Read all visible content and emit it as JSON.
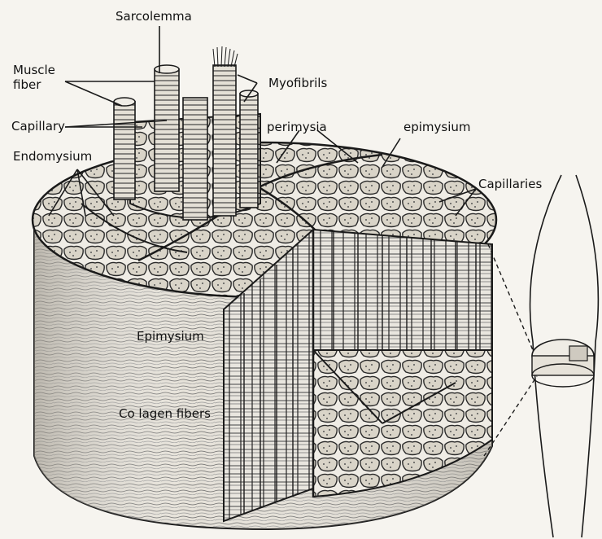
{
  "diagram": {
    "labels": {
      "sarcolemma": "Sarcolemma",
      "muscle_fiber_line1": "Muscle",
      "muscle_fiber_line2": "fiber",
      "myofibrils": "Myofibrils",
      "capillary": "Capillary",
      "perimysia": "perimysia",
      "epimysium_top": "epimysium",
      "endomysium": "Endomysium",
      "capillaries": "Capillaries",
      "epimysium_side": "Epimysium",
      "collagen_fibers": "Co lagen fibers"
    },
    "colors": {
      "ink": "#1a1a1a",
      "paper": "#f3f1ec",
      "shade": "#cfcac0"
    }
  }
}
